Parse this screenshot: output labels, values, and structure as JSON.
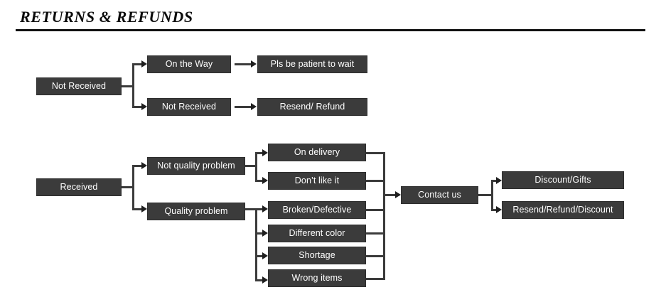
{
  "header": {
    "title": "RETURNS & REFUNDS"
  },
  "theme": {
    "box_fill": "#3b3b3b",
    "box_border": "#2e2e2e",
    "box_text": "#ffffff",
    "connector": "#3b3b3b",
    "arrow": "#1f1f1f",
    "page_background": "#ffffff",
    "title_color": "#0b0b0b",
    "rule_color": "#111111"
  },
  "chart_data": {
    "type": "diagram",
    "title": "RETURNS & REFUNDS",
    "orientation": "left-to-right",
    "nodes": [
      {
        "id": "not-received-root",
        "label": "Not Received",
        "column": 1
      },
      {
        "id": "on-the-way",
        "label": "On the Way",
        "column": 2
      },
      {
        "id": "not-received-child",
        "label": "Not Received",
        "column": 2
      },
      {
        "id": "pls-be-patient",
        "label": "Pls be patient to wait",
        "column": 3
      },
      {
        "id": "resend-refund",
        "label": "Resend/ Refund",
        "column": 3
      },
      {
        "id": "received-root",
        "label": "Received",
        "column": 1
      },
      {
        "id": "not-quality-problem",
        "label": "Not quality problem",
        "column": 2
      },
      {
        "id": "quality-problem",
        "label": "Quality problem",
        "column": 2
      },
      {
        "id": "on-delivery",
        "label": "On delivery",
        "column": 3
      },
      {
        "id": "dont-like-it",
        "label": "Don’t like it",
        "column": 3
      },
      {
        "id": "broken-defective",
        "label": "Broken/Defective",
        "column": 3
      },
      {
        "id": "different-color",
        "label": "Different color",
        "column": 3
      },
      {
        "id": "shortage",
        "label": "Shortage",
        "column": 3
      },
      {
        "id": "wrong-items",
        "label": "Wrong items",
        "column": 3
      },
      {
        "id": "contact-us",
        "label": "Contact us",
        "column": 4
      },
      {
        "id": "discount-gifts",
        "label": "Discount/Gifts",
        "column": 5
      },
      {
        "id": "resend-refund-disc",
        "label": "Resend/Refund/Discount",
        "column": 5
      }
    ],
    "edges": [
      {
        "from": "not-received-root",
        "to": "on-the-way"
      },
      {
        "from": "not-received-root",
        "to": "not-received-child"
      },
      {
        "from": "on-the-way",
        "to": "pls-be-patient"
      },
      {
        "from": "not-received-child",
        "to": "resend-refund"
      },
      {
        "from": "received-root",
        "to": "not-quality-problem"
      },
      {
        "from": "received-root",
        "to": "quality-problem"
      },
      {
        "from": "not-quality-problem",
        "to": "on-delivery"
      },
      {
        "from": "not-quality-problem",
        "to": "dont-like-it"
      },
      {
        "from": "quality-problem",
        "to": "broken-defective"
      },
      {
        "from": "quality-problem",
        "to": "different-color"
      },
      {
        "from": "quality-problem",
        "to": "shortage"
      },
      {
        "from": "quality-problem",
        "to": "wrong-items"
      },
      {
        "from": "on-delivery",
        "to": "contact-us"
      },
      {
        "from": "dont-like-it",
        "to": "contact-us"
      },
      {
        "from": "broken-defective",
        "to": "contact-us"
      },
      {
        "from": "different-color",
        "to": "contact-us"
      },
      {
        "from": "shortage",
        "to": "contact-us"
      },
      {
        "from": "wrong-items",
        "to": "contact-us"
      },
      {
        "from": "contact-us",
        "to": "discount-gifts"
      },
      {
        "from": "contact-us",
        "to": "resend-refund-disc"
      }
    ]
  },
  "nodes": {
    "not_received_root": "Not Received",
    "on_the_way": "On the Way",
    "not_received_child": "Not Received",
    "pls_be_patient": "Pls be patient to wait",
    "resend_refund": "Resend/ Refund",
    "received_root": "Received",
    "not_quality_problem": "Not quality problem",
    "quality_problem": "Quality problem",
    "on_delivery": "On delivery",
    "dont_like_it": "Don’t like it",
    "broken_defective": "Broken/Defective",
    "different_color": "Different color",
    "shortage": "Shortage",
    "wrong_items": "Wrong items",
    "contact_us": "Contact us",
    "discount_gifts": "Discount/Gifts",
    "resend_refund_discount": "Resend/Refund/Discount"
  }
}
